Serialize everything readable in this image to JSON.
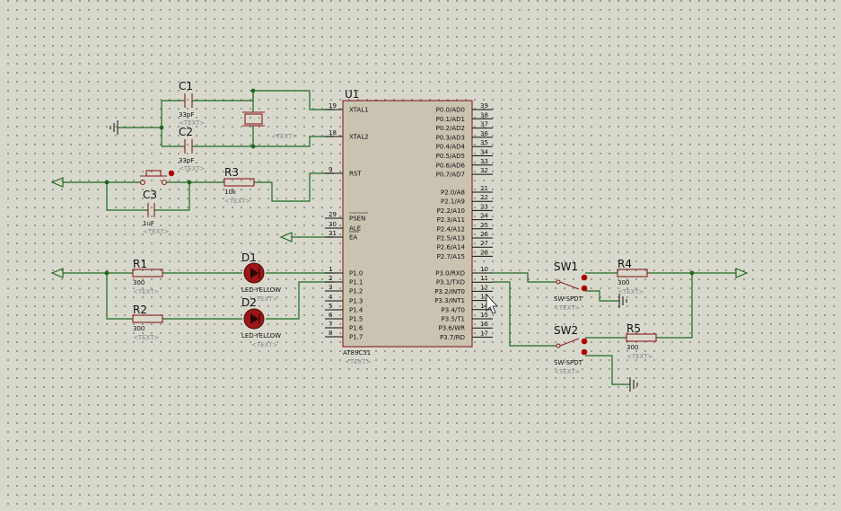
{
  "placeholder_text": "<TEXT>",
  "colors": {
    "background": "#d8d8cc",
    "wire": "#1f6a1f",
    "component": "#8b1d1d",
    "chip_fill": "#c9c3b2",
    "grid_dot": "#6f6f68",
    "pin_dot": "#b00000"
  },
  "icons": {
    "cursor": "arrow-cursor-icon",
    "ground": "ground-icon",
    "terminal": "terminal-arrow-icon"
  },
  "u1": {
    "ref": "U1",
    "part": "AT89C51",
    "left_pins": [
      {
        "num": "19",
        "name": "XTAL1"
      },
      {
        "num": "18",
        "name": "XTAL2"
      },
      {
        "num": "9",
        "name": "RST"
      },
      {
        "num": "29",
        "name": "PSEN"
      },
      {
        "num": "30",
        "name": "ALE"
      },
      {
        "num": "31",
        "name": "EA"
      },
      {
        "num": "1",
        "name": "P1.0"
      },
      {
        "num": "2",
        "name": "P1.1"
      },
      {
        "num": "3",
        "name": "P1.2"
      },
      {
        "num": "4",
        "name": "P1.3"
      },
      {
        "num": "5",
        "name": "P1.4"
      },
      {
        "num": "6",
        "name": "P1.5"
      },
      {
        "num": "7",
        "name": "P1.6"
      },
      {
        "num": "8",
        "name": "P1.7"
      }
    ],
    "right_pins": [
      {
        "num": "39",
        "name": "P0.0/AD0"
      },
      {
        "num": "38",
        "name": "P0.1/AD1"
      },
      {
        "num": "37",
        "name": "P0.2/AD2"
      },
      {
        "num": "36",
        "name": "P0.3/AD3"
      },
      {
        "num": "35",
        "name": "P0.4/AD4"
      },
      {
        "num": "34",
        "name": "P0.5/AD5"
      },
      {
        "num": "33",
        "name": "P0.6/AD6"
      },
      {
        "num": "32",
        "name": "P0.7/AD7"
      },
      {
        "num": "21",
        "name": "P2.0/A8"
      },
      {
        "num": "22",
        "name": "P2.1/A9"
      },
      {
        "num": "23",
        "name": "P2.2/A10"
      },
      {
        "num": "24",
        "name": "P2.3/A11"
      },
      {
        "num": "25",
        "name": "P2.4/A12"
      },
      {
        "num": "26",
        "name": "P2.5/A13"
      },
      {
        "num": "27",
        "name": "P2.6/A14"
      },
      {
        "num": "28",
        "name": "P2.7/A15"
      },
      {
        "num": "10",
        "name": "P3.0/RXD"
      },
      {
        "num": "11",
        "name": "P3.1/TXD"
      },
      {
        "num": "12",
        "name": "P3.2/INT0"
      },
      {
        "num": "13",
        "name": "P3.3/INT1"
      },
      {
        "num": "14",
        "name": "P3.4/T0"
      },
      {
        "num": "15",
        "name": "P3.5/T1"
      },
      {
        "num": "16",
        "name": "P3.6/WR"
      },
      {
        "num": "17",
        "name": "P3.7/RD"
      }
    ]
  },
  "components": {
    "c1": {
      "ref": "C1",
      "value": "33pF"
    },
    "c2": {
      "ref": "C2",
      "value": "33pF"
    },
    "c3": {
      "ref": "C3",
      "value": "1uF"
    },
    "r1": {
      "ref": "R1",
      "value": "300"
    },
    "r2": {
      "ref": "R2",
      "value": "300"
    },
    "r3": {
      "ref": "R3",
      "value": "10k"
    },
    "r4": {
      "ref": "R4",
      "value": "300"
    },
    "r5": {
      "ref": "R5",
      "value": "300"
    },
    "d1": {
      "ref": "D1",
      "value": "LED-YELLOW"
    },
    "d2": {
      "ref": "D2",
      "value": "LED-YELLOW"
    },
    "sw1": {
      "ref": "SW1",
      "value": "SW-SPDT"
    },
    "sw2": {
      "ref": "SW2",
      "value": "SW-SPDT"
    }
  }
}
